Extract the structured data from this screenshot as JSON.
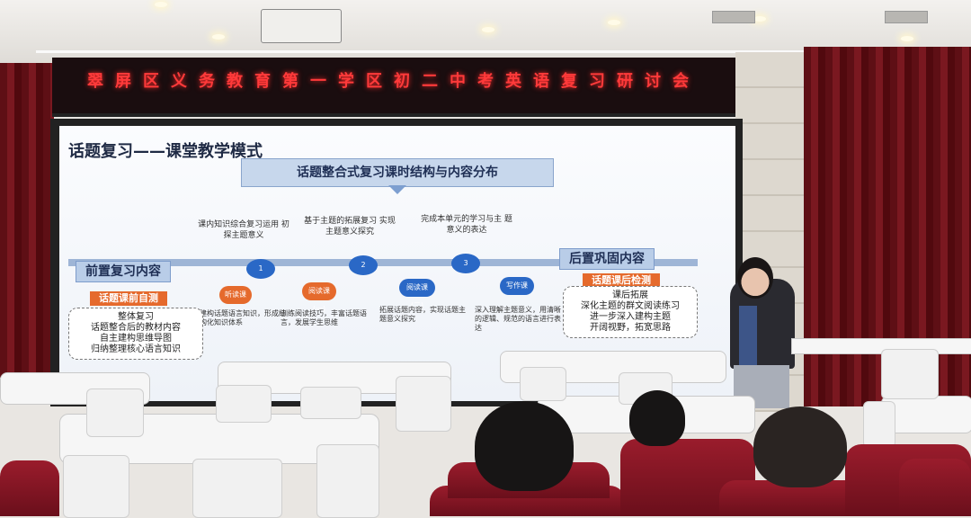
{
  "led_banner": "翠屏区义务教育第一学区初二中考英语复习研讨会",
  "slide": {
    "title": "话题复习——课堂教学模式",
    "subtitle": "话题整合式复习课时结构与内容分布",
    "left_label": "前置复习内容",
    "right_label": "后置巩固内容",
    "left_tag": "话题课前自测",
    "right_tag": "话题课后检测",
    "left_box_lines": [
      "整体复习",
      "话题整合后的教材内容",
      "自主建构思维导图",
      "归纳整理核心语言知识"
    ],
    "right_box_lines": [
      "课后拓展",
      "深化主题的群文阅读练习",
      "进一步深入建构主题",
      "开阔视野，拓宽思路"
    ],
    "nodes": [
      "1",
      "2",
      "3"
    ],
    "node_notes": [
      "课内知识综合复习运用 初探主题意义",
      "基于主题的拓展复习 实现主题意义探究",
      "完成本单元的学习与主 题意义的表达"
    ],
    "ovals": [
      "听读课",
      "阅读课 (一)",
      "阅读课 (二)",
      "写作课"
    ],
    "oval_notes": [
      "建构话题语言知识，形成结构化知识体系",
      "训练阅读技巧，丰富话题语言，发展学生思维",
      "拓展话题内容，实现话题主题意义探究",
      "深入理解主题意义，用清晰的逻辑、规范的语言进行表达"
    ]
  }
}
